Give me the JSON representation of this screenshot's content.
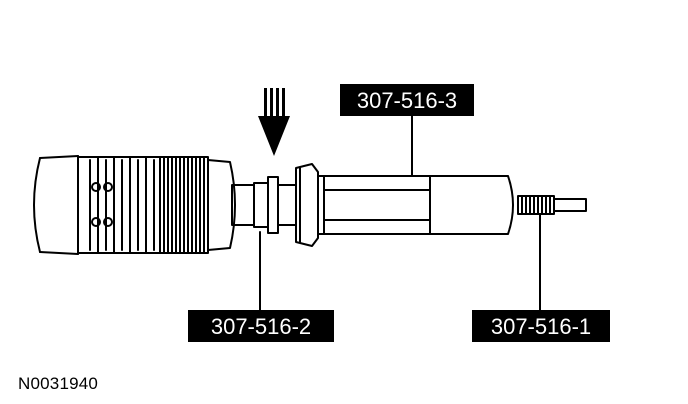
{
  "callouts": {
    "tool_3": "307-516-3",
    "tool_2": "307-516-2",
    "tool_1": "307-516-1"
  },
  "figure_id": "N0031940",
  "colors": {
    "line": "#000000",
    "label_bg": "#000000",
    "label_text": "#ffffff",
    "background": "#ffffff"
  }
}
